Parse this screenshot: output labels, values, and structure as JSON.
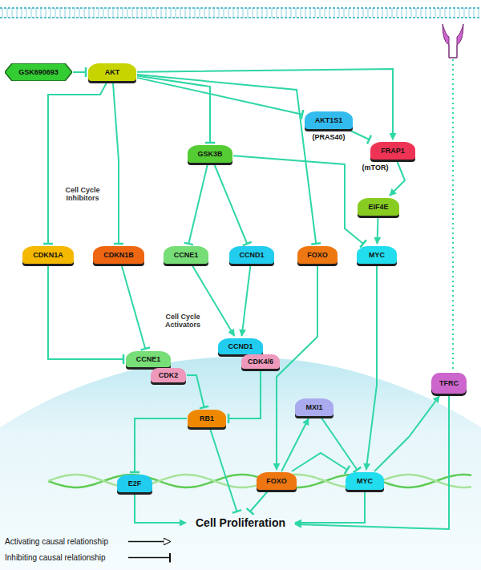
{
  "diagram": {
    "nodes": [
      {
        "text": [
          "GSK690693"
        ]
      },
      {
        "text": [
          "AKT"
        ]
      },
      {
        "text": [
          "AKT1S1",
          "(PRAS40)"
        ]
      },
      {
        "text": [
          "GSK3B"
        ]
      },
      {
        "text": [
          "FRAP1",
          "(mTOR)"
        ]
      },
      {
        "text": [
          "EIF4E"
        ]
      },
      {
        "text": [
          "CDKN1A"
        ]
      },
      {
        "text": [
          "CDKN1B"
        ]
      },
      {
        "text": [
          "CCNE1"
        ]
      },
      {
        "text": [
          "CCND1"
        ]
      },
      {
        "text": [
          "FOXO"
        ]
      },
      {
        "text": [
          "MYC"
        ]
      },
      {
        "text": [
          "CCNE1"
        ]
      },
      {
        "text": [
          "CDK2"
        ]
      },
      {
        "text": [
          "CCND1"
        ]
      },
      {
        "text": [
          "CDK4/6"
        ]
      },
      {
        "text": [
          "RB1"
        ]
      },
      {
        "text": [
          "MXI1"
        ]
      },
      {
        "text": [
          "E2F"
        ]
      },
      {
        "text": [
          "FOXO"
        ]
      },
      {
        "text": [
          "MYC"
        ]
      },
      {
        "text": [
          "Cell Proliferation"
        ]
      },
      {
        "text": [
          "TFRC"
        ]
      }
    ],
    "edges": [
      {
        "from": 0,
        "to": 1,
        "arrow": "to"
      },
      {
        "from": 1,
        "to": 6,
        "arrow": "to"
      },
      {
        "from": 1,
        "to": 7,
        "arrow": "to"
      },
      {
        "from": 1,
        "to": 3,
        "arrow": "to"
      },
      {
        "from": 1,
        "to": 10,
        "arrow": "to"
      },
      {
        "from": 1,
        "to": 2,
        "arrow": "to"
      },
      {
        "from": 1,
        "to": 4,
        "arrow": "to"
      },
      {
        "from": 2,
        "to": 4,
        "arrow": "to"
      },
      {
        "from": 4,
        "to": 5,
        "arrow": "to"
      },
      {
        "from": 5,
        "to": 11,
        "arrow": "to"
      },
      {
        "from": 3,
        "to": 8,
        "arrow": "to"
      },
      {
        "from": 3,
        "to": 9,
        "arrow": "to"
      },
      {
        "from": 3,
        "to": 11,
        "arrow": "to"
      },
      {
        "from": 6,
        "to": 12,
        "arrow": "to"
      },
      {
        "from": 7,
        "to": 12,
        "arrow": "to"
      },
      {
        "from": 8,
        "to": 14,
        "arrow": "to"
      },
      {
        "from": 9,
        "to": 14,
        "arrow": "to"
      },
      {
        "from": 13,
        "to": 16,
        "arrow": "to"
      },
      {
        "from": 15,
        "to": 16,
        "arrow": "to"
      },
      {
        "from": 16,
        "to": 18,
        "arrow": "to"
      },
      {
        "from": 16,
        "to": 21,
        "arrow": "to"
      },
      {
        "from": 18,
        "to": 21,
        "arrow": "to"
      },
      {
        "from": 10,
        "to": 19,
        "arrow": "to"
      },
      {
        "from": 11,
        "to": 20,
        "arrow": "to"
      },
      {
        "from": 19,
        "to": 17,
        "arrow": "to"
      },
      {
        "from": 17,
        "to": 20,
        "arrow": "to"
      },
      {
        "from": 19,
        "to": 20,
        "arrow": "to"
      },
      {
        "from": 19,
        "to": 21,
        "arrow": "to"
      },
      {
        "from": 20,
        "to": 22,
        "arrow": "to"
      },
      {
        "from": 20,
        "to": 21,
        "arrow": "to"
      },
      {
        "from": 22,
        "to": 21,
        "arrow": "to"
      }
    ],
    "labels": [
      "Cell Cycle Inhibitors",
      "Cell Cycle Activators"
    ],
    "legend": [
      {
        "text": "Activating causal relationship"
      },
      {
        "text": "Inhibiting causal relationship"
      }
    ]
  }
}
